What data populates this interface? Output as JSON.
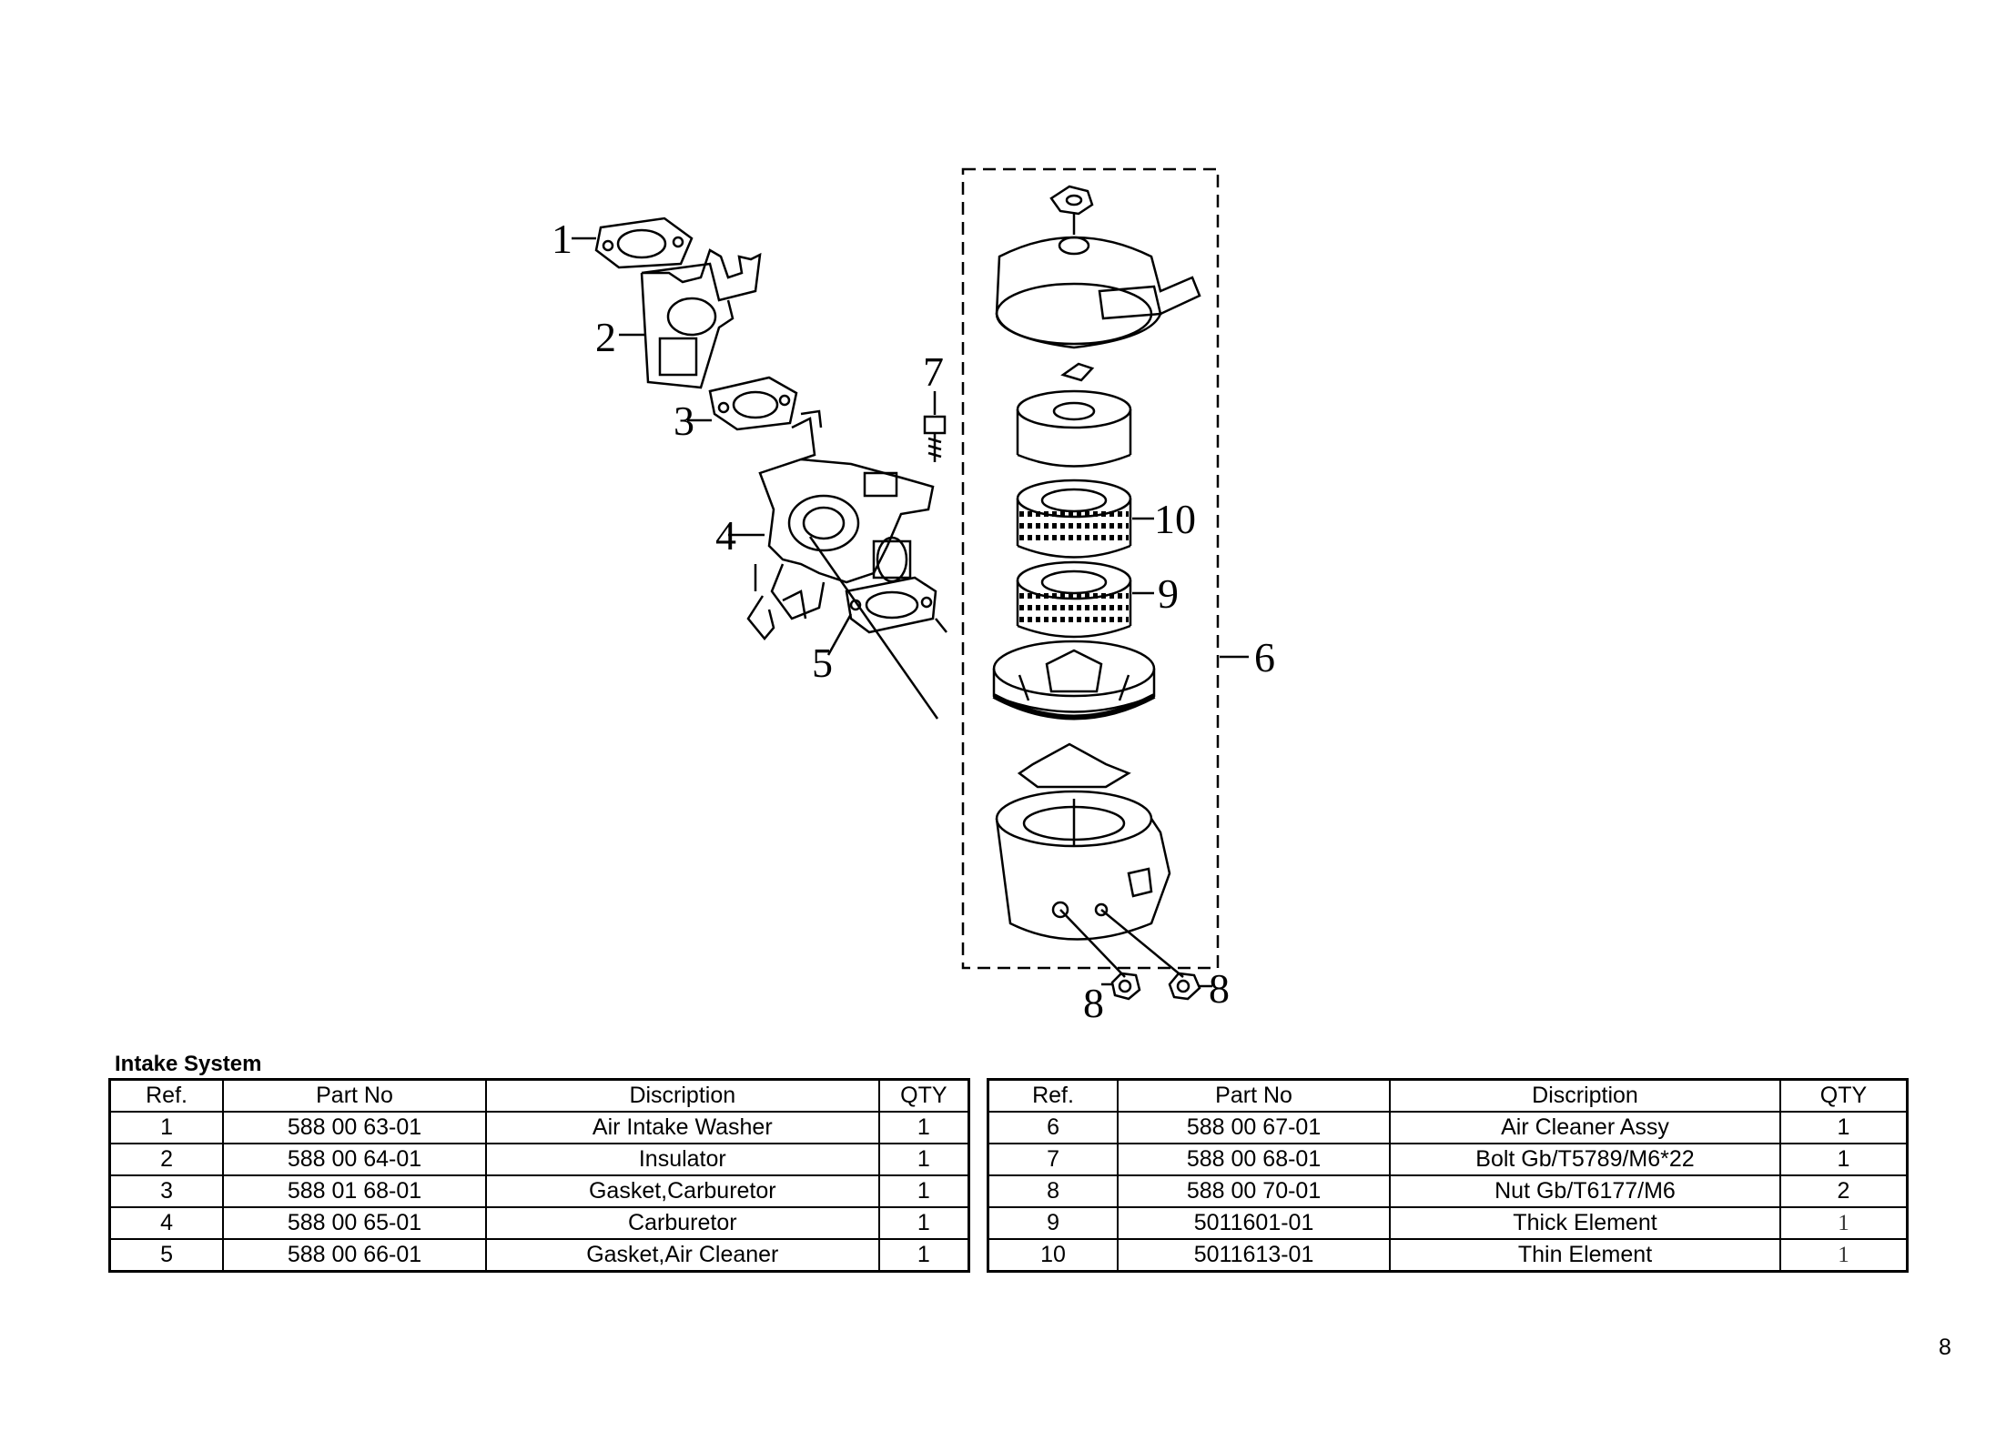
{
  "diagram": {
    "callouts": [
      "1",
      "2",
      "3",
      "4",
      "5",
      "6",
      "7",
      "8",
      "8",
      "9",
      "10"
    ]
  },
  "section_title": "Intake System",
  "table_headers": [
    "Ref.",
    "Part No",
    "Discription",
    "QTY"
  ],
  "left_rows": [
    {
      "ref": "1",
      "part_no": "588 00 63-01",
      "description": "Air Intake Washer",
      "qty": "1"
    },
    {
      "ref": "2",
      "part_no": "588 00 64-01",
      "description": "Insulator",
      "qty": "1"
    },
    {
      "ref": "3",
      "part_no": "588 01 68-01",
      "description": "Gasket,Carburetor",
      "qty": "1"
    },
    {
      "ref": "4",
      "part_no": "588 00 65-01",
      "description": "Carburetor",
      "qty": "1"
    },
    {
      "ref": "5",
      "part_no": "588 00 66-01",
      "description": "Gasket,Air Cleaner",
      "qty": "1"
    }
  ],
  "right_rows": [
    {
      "ref": "6",
      "part_no": "588 00 67-01",
      "description": "Air Cleaner Assy",
      "qty": "1"
    },
    {
      "ref": "7",
      "part_no": "588 00 68-01",
      "description": "Bolt Gb/T5789/M6*22",
      "qty": "1"
    },
    {
      "ref": "8",
      "part_no": "588 00 70-01",
      "description": "Nut Gb/T6177/M6",
      "qty": "2"
    },
    {
      "ref": "9",
      "part_no": "5011601-01",
      "description": "Thick Element",
      "qty": "1"
    },
    {
      "ref": "10",
      "part_no": "5011613-01",
      "description": "Thin Element",
      "qty": "1"
    }
  ],
  "page_number": "8"
}
